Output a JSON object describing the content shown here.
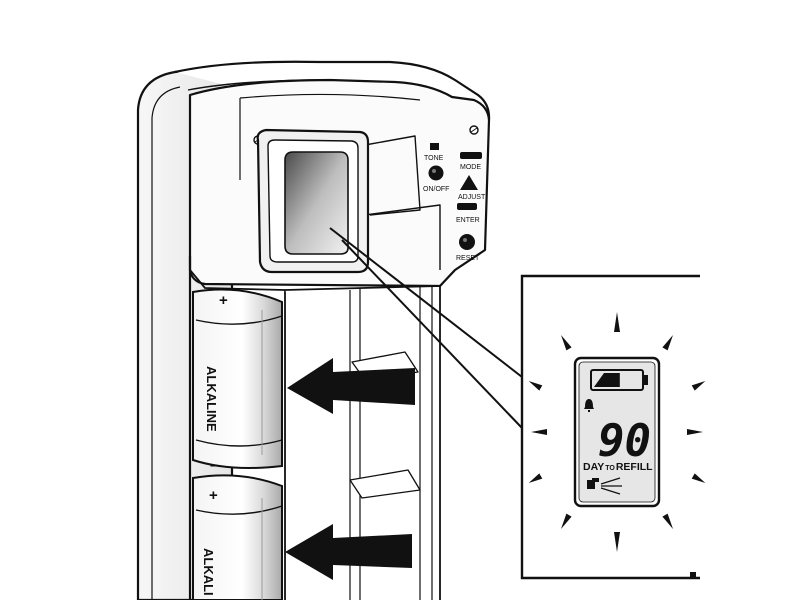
{
  "controls": {
    "tone": "TONE",
    "mode": "MODE",
    "onoff": "ON/OFF",
    "adjust": "ADJUST",
    "enter": "ENTER",
    "reset": "RESET"
  },
  "batteries": [
    {
      "label": "ALKALINE",
      "plus": "+",
      "minus": "–"
    },
    {
      "label": "ALKALI",
      "plus": "+"
    }
  ],
  "display": {
    "days": "90",
    "day": "DAY",
    "to": "TO",
    "refill": "REFILL",
    "battery_level": 0.6
  }
}
